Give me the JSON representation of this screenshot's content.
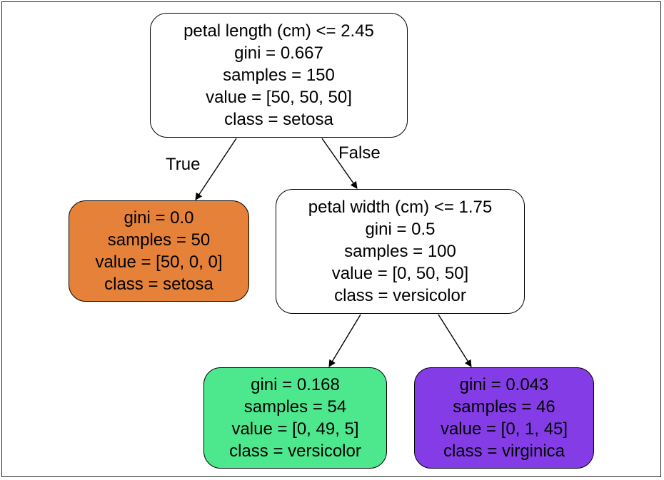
{
  "tree": {
    "root": {
      "lines": [
        "petal length (cm) <= 2.45",
        "gini = 0.667",
        "samples = 150",
        "value = [50, 50, 50]",
        "class = setosa"
      ],
      "fill": "#ffffff"
    },
    "left": {
      "lines": [
        "gini = 0.0",
        "samples = 50",
        "value = [50, 0, 0]",
        "class = setosa"
      ],
      "fill": "#e58139"
    },
    "right": {
      "lines": [
        "petal width (cm) <= 1.75",
        "gini = 0.5",
        "samples = 100",
        "value = [0, 50, 50]",
        "class = versicolor"
      ],
      "fill": "#ffffff"
    },
    "right_left": {
      "lines": [
        "gini = 0.168",
        "samples = 54",
        "value = [0, 49, 5]",
        "class = versicolor"
      ],
      "fill": "#4de88e"
    },
    "right_right": {
      "lines": [
        "gini = 0.043",
        "samples = 46",
        "value = [0, 1, 45]",
        "class = virginica"
      ],
      "fill": "#843de6"
    }
  },
  "edge_labels": {
    "true_label": "True",
    "false_label": "False"
  }
}
